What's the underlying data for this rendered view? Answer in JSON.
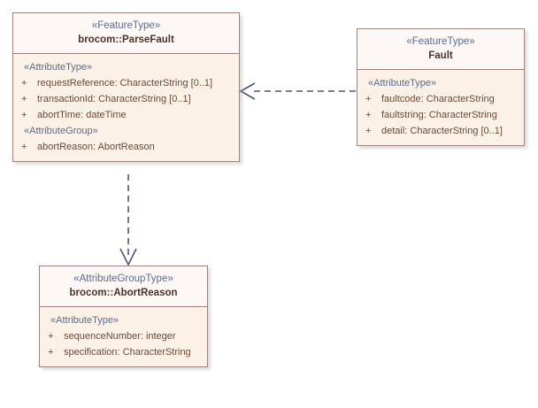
{
  "diagram": {
    "type": "uml-class-diagram",
    "background_color": "#ffffff",
    "palette": {
      "box_border": "#9d847f",
      "header_fill": "#fdf8f5",
      "body_fill": "#fbf1e7",
      "stereotype_text": "#5d6b8c",
      "class_name_text": "#4a332c",
      "attribute_text": "#6b4a38",
      "connector_line": "#4a5578",
      "shadow": "#aaa5a2"
    },
    "classes": [
      {
        "id": "parsefault",
        "stereotype": "«FeatureType»",
        "name": "brocom::ParseFault",
        "sections": [
          {
            "group_label": "«AttributeType»",
            "attributes": [
              {
                "visibility": "+",
                "text": "requestReference: CharacterString [0..1]"
              },
              {
                "visibility": "+",
                "text": "transactionId: CharacterString [0..1]"
              },
              {
                "visibility": "+",
                "text": "abortTime: dateTime"
              }
            ]
          },
          {
            "group_label": "«AttributeGroup»",
            "attributes": [
              {
                "visibility": "+",
                "text": "abortReason: AbortReason"
              }
            ]
          }
        ]
      },
      {
        "id": "fault",
        "stereotype": "«FeatureType»",
        "name": "Fault",
        "sections": [
          {
            "group_label": "«AttributeType»",
            "attributes": [
              {
                "visibility": "+",
                "text": "faultcode: CharacterString"
              },
              {
                "visibility": "+",
                "text": "faultstring: CharacterString"
              },
              {
                "visibility": "+",
                "text": "detail: CharacterString [0..1]"
              }
            ]
          }
        ]
      },
      {
        "id": "abortreason",
        "stereotype": "«AttributeGroupType»",
        "name": "brocom::AbortReason",
        "sections": [
          {
            "group_label": "«AttributeType»",
            "attributes": [
              {
                "visibility": "+",
                "text": "sequenceNumber: integer"
              },
              {
                "visibility": "+",
                "text": "specification: CharacterString"
              }
            ]
          }
        ]
      }
    ],
    "connectors": [
      {
        "id": "fault-to-parsefault",
        "kind": "dependency",
        "line_style": "dashed",
        "arrowhead": "open",
        "from": "fault",
        "to": "parsefault",
        "direction": "left"
      },
      {
        "id": "parsefault-to-abortreason",
        "kind": "dependency",
        "line_style": "dashed",
        "arrowhead": "open",
        "from": "parsefault",
        "to": "abortreason",
        "direction": "down"
      }
    ]
  }
}
